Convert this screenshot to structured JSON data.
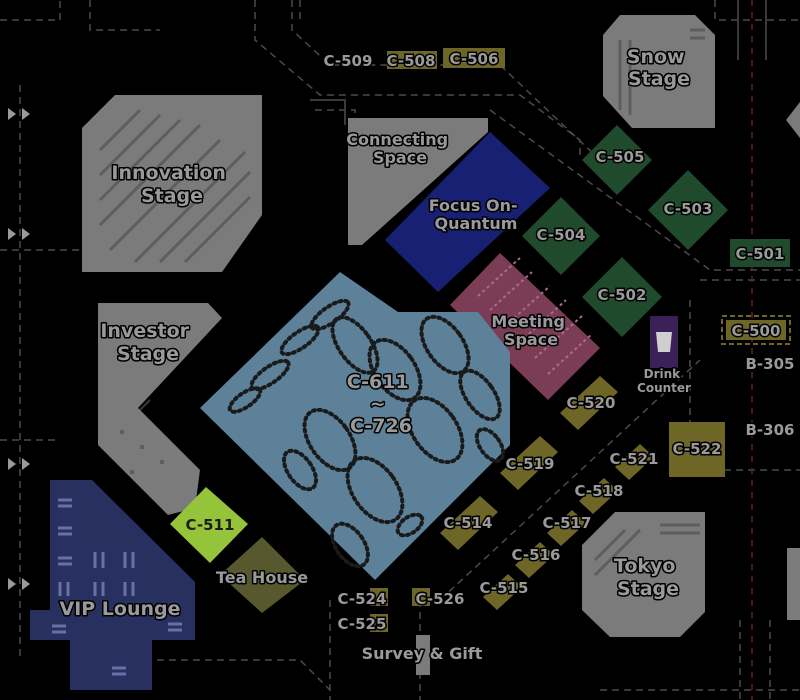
{
  "stages": {
    "snow": [
      "Snow",
      "Stage"
    ],
    "innovation": [
      "Innovation",
      "Stage"
    ],
    "investor": [
      "Investor",
      "Stage"
    ],
    "tokyo": [
      "Tokyo",
      "Stage"
    ]
  },
  "areas": {
    "connecting_space": [
      "Connecting",
      "Space"
    ],
    "focus_on_quantum": [
      "Focus On-",
      "Quantum"
    ],
    "meeting_space": [
      "Meeting",
      "Space"
    ],
    "drink_counter": [
      "Drink",
      "Counter"
    ],
    "central_hall": [
      "C-611",
      "~",
      "C-726"
    ],
    "vip_lounge": "VIP Lounge",
    "tea_house": "Tea House",
    "survey_gift": "Survey & Gift"
  },
  "booths": {
    "c509": "C-509",
    "c508": "C-508",
    "c506": "C-506",
    "c505": "C-505",
    "c503": "C-503",
    "c504": "C-504",
    "c501": "C-501",
    "c502": "C-502",
    "c500": "C-500",
    "b305": "B-305",
    "c520": "C-520",
    "b306": "B-306",
    "c522": "C-522",
    "c521": "C-521",
    "c519": "C-519",
    "c518": "C-518",
    "c517": "C-517",
    "c514": "C-514",
    "c516": "C-516",
    "c515": "C-515",
    "c511": "C-511",
    "c524": "C-524",
    "c526": "C-526",
    "c525": "C-525"
  },
  "highlighted_booth": "C-511",
  "colors": {
    "background": "#000000",
    "stage": "#7b7b7b",
    "central_hall": "#5c8199",
    "quantum": "#182073",
    "meeting": "#7a3d55",
    "vip_lounge": "#27305e",
    "green_booth": "#1f4a2b",
    "yellow_booth": "#6e6627",
    "highlight": "#95c43a",
    "drink_counter": "#3a2157"
  }
}
